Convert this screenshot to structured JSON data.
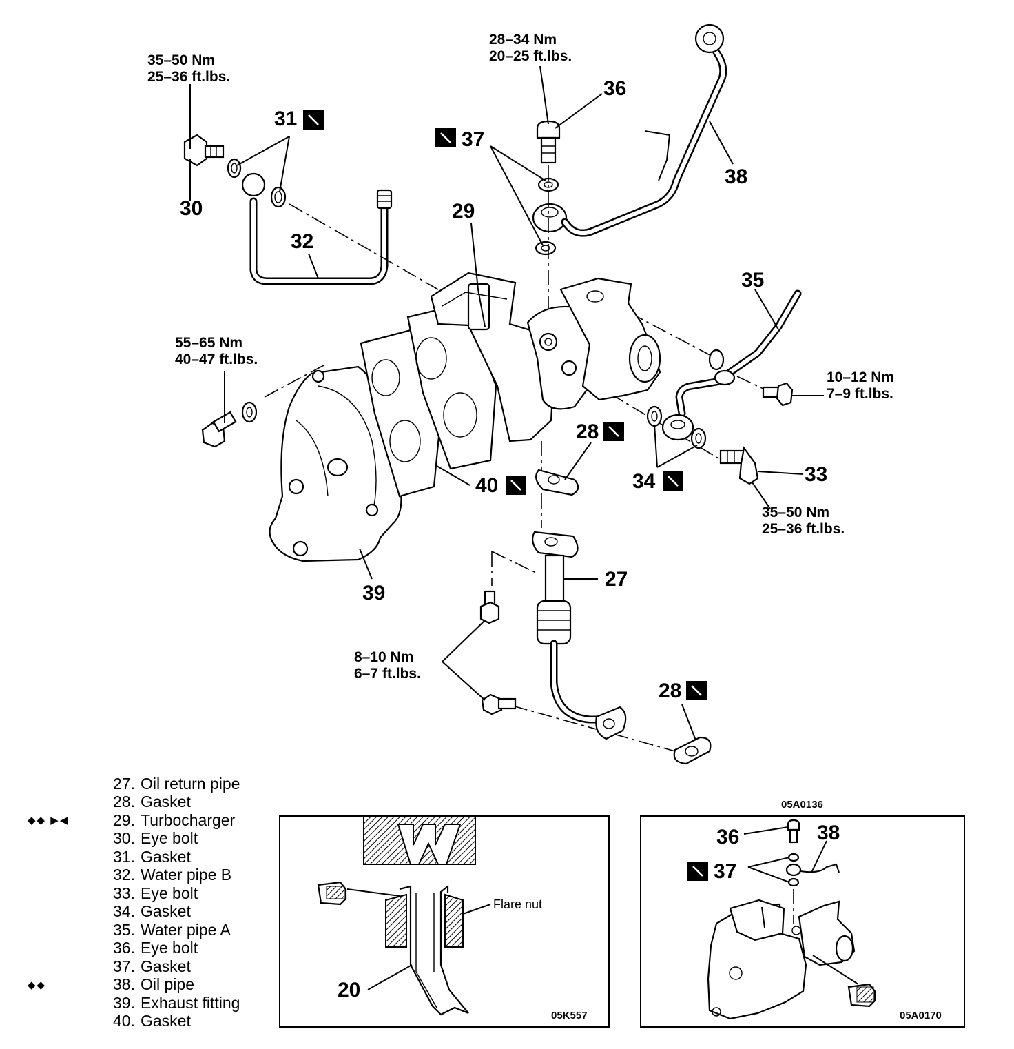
{
  "callouts": {
    "p27": "27",
    "p28a": "28",
    "p28b": "28",
    "p29": "29",
    "p30": "30",
    "p31": "31",
    "p32": "32",
    "p33": "33",
    "p34": "34",
    "p35": "35",
    "p36": "36",
    "p37": "37",
    "p38": "38",
    "p39": "39",
    "p40": "40"
  },
  "torques": {
    "eyebolt30": [
      "35–50 Nm",
      "25–36 ft.lbs."
    ],
    "eyebolt36": [
      "28–34 Nm",
      "20–25 ft.lbs."
    ],
    "manifold": [
      "55–65 Nm",
      "40–47 ft.lbs."
    ],
    "pipeA_bolt": [
      "10–12 Nm",
      "7–9 ft.lbs."
    ],
    "eyebolt33": [
      "35–50 Nm",
      "25–36 ft.lbs."
    ],
    "return_bolts": [
      "8–10 Nm",
      "6–7 ft.lbs."
    ]
  },
  "codes": {
    "main": "05A0136",
    "left_inset": "05K557",
    "right_inset": "05A0170"
  },
  "inset_left": {
    "flare_nut": "Flare nut",
    "callout": "20"
  },
  "inset_right": {
    "c36": "36",
    "c37": "37",
    "c38": "38"
  },
  "legend": [
    {
      "num": "27.",
      "text": "Oil return pipe",
      "mark": ""
    },
    {
      "num": "28.",
      "text": "Gasket",
      "mark": ""
    },
    {
      "num": "29.",
      "text": "Turbocharger",
      "mark": "◆◆  ▶◀"
    },
    {
      "num": "30.",
      "text": "Eye bolt",
      "mark": ""
    },
    {
      "num": "31.",
      "text": "Gasket",
      "mark": ""
    },
    {
      "num": "32.",
      "text": "Water pipe B",
      "mark": ""
    },
    {
      "num": "33.",
      "text": "Eye bolt",
      "mark": ""
    },
    {
      "num": "34.",
      "text": "Gasket",
      "mark": ""
    },
    {
      "num": "35.",
      "text": "Water pipe A",
      "mark": ""
    },
    {
      "num": "36.",
      "text": "Eye bolt",
      "mark": ""
    },
    {
      "num": "37.",
      "text": "Gasket",
      "mark": ""
    },
    {
      "num": "38.",
      "text": "Oil pipe",
      "mark": "◆◆"
    },
    {
      "num": "39.",
      "text": "Exhaust fitting",
      "mark": ""
    },
    {
      "num": "40.",
      "text": "Gasket",
      "mark": ""
    }
  ]
}
